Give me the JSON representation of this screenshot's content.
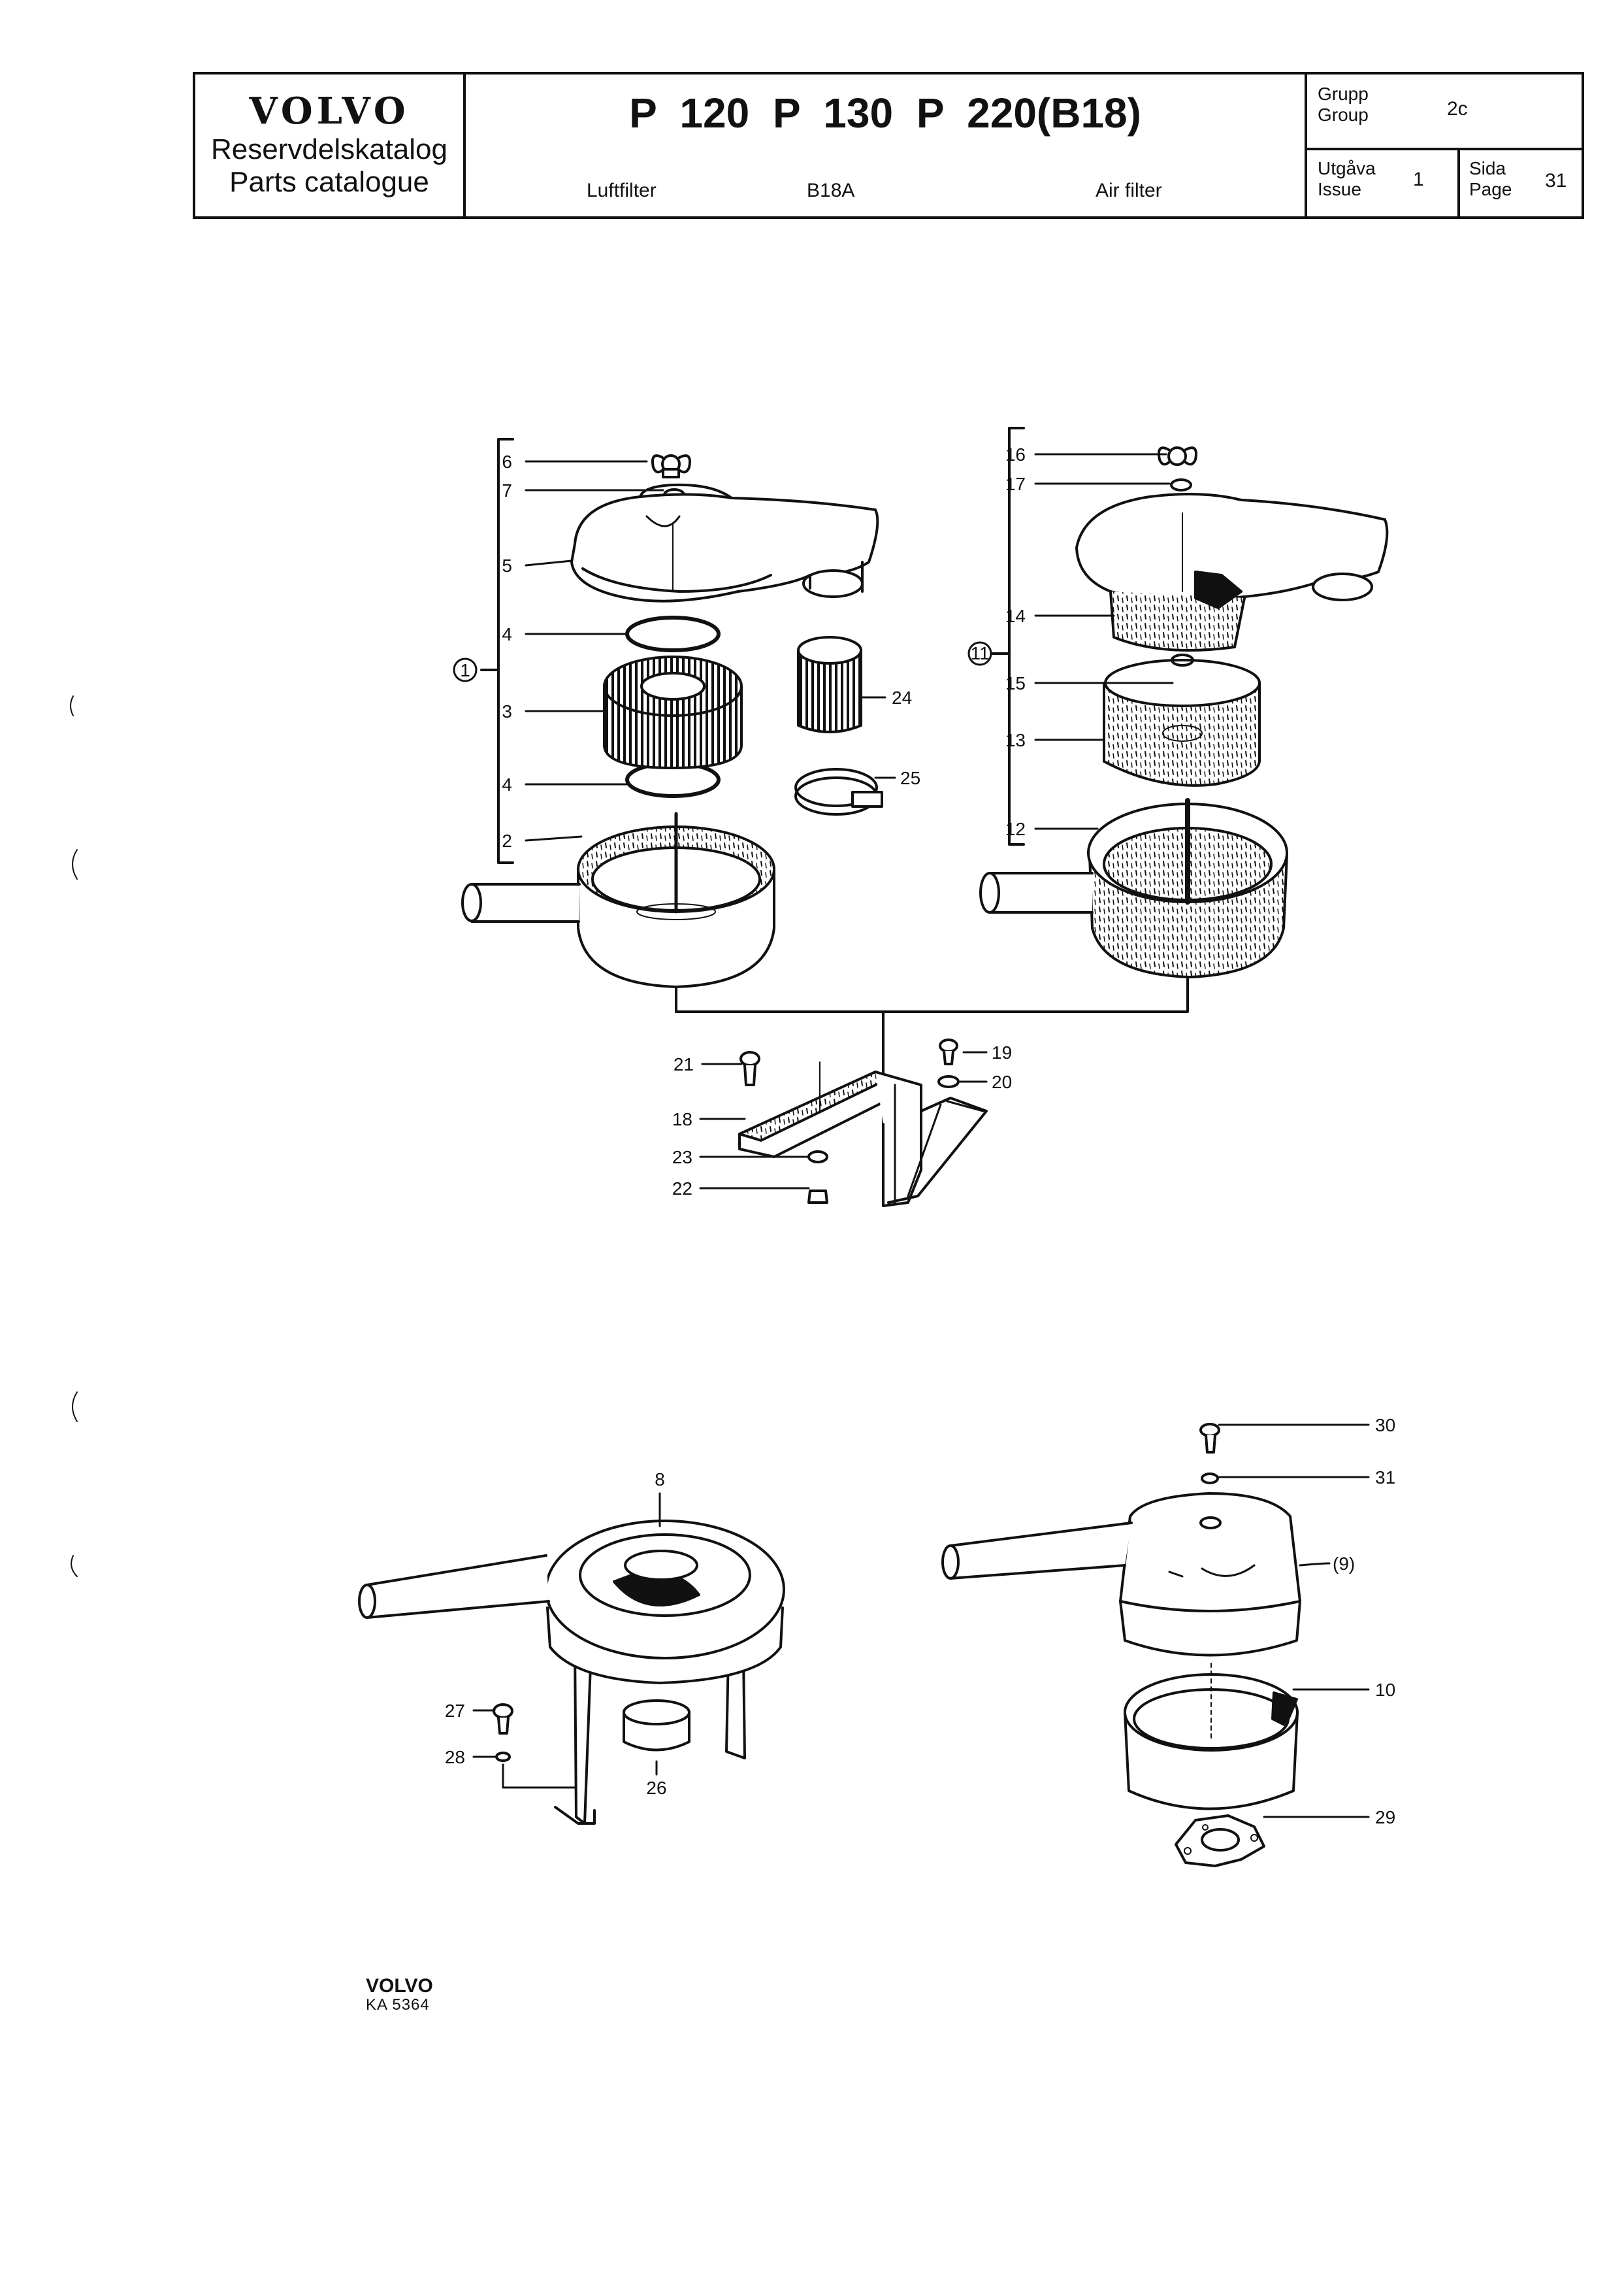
{
  "header": {
    "brand": "VOLVO",
    "catalog_sv": "Reservdelskatalog",
    "catalog_en": "Parts catalogue",
    "models": "P 120  P 130  P 220(B18)",
    "subject_sv": "Luftfilter",
    "engine": "B18A",
    "subject_en": "Air filter",
    "group_label_sv": "Grupp",
    "group_label_en": "Group",
    "group_value": "2c",
    "issue_label_sv": "Utgåva",
    "issue_label_en": "Issue",
    "issue_value": "1",
    "page_label_sv": "Sida",
    "page_label_en": "Page",
    "page_value": "31"
  },
  "callouts": {
    "c1": "1",
    "c2": "2",
    "c3": "3",
    "c4a": "4",
    "c4b": "4",
    "c5": "5",
    "c6": "6",
    "c7": "7",
    "c8": "8",
    "c9": "(9)",
    "c10": "10",
    "c11": "11",
    "c12": "12",
    "c13": "13",
    "c14": "14",
    "c15": "15",
    "c16": "16",
    "c17": "17",
    "c18": "18",
    "c19": "19",
    "c20": "20",
    "c21": "21",
    "c22": "22",
    "c23": "23",
    "c24": "24",
    "c25": "25",
    "c26": "26",
    "c27": "27",
    "c28": "28",
    "c29": "29",
    "c30": "30",
    "c31": "31"
  },
  "footer": {
    "brand": "VOLVO",
    "code": "KA 5364"
  }
}
